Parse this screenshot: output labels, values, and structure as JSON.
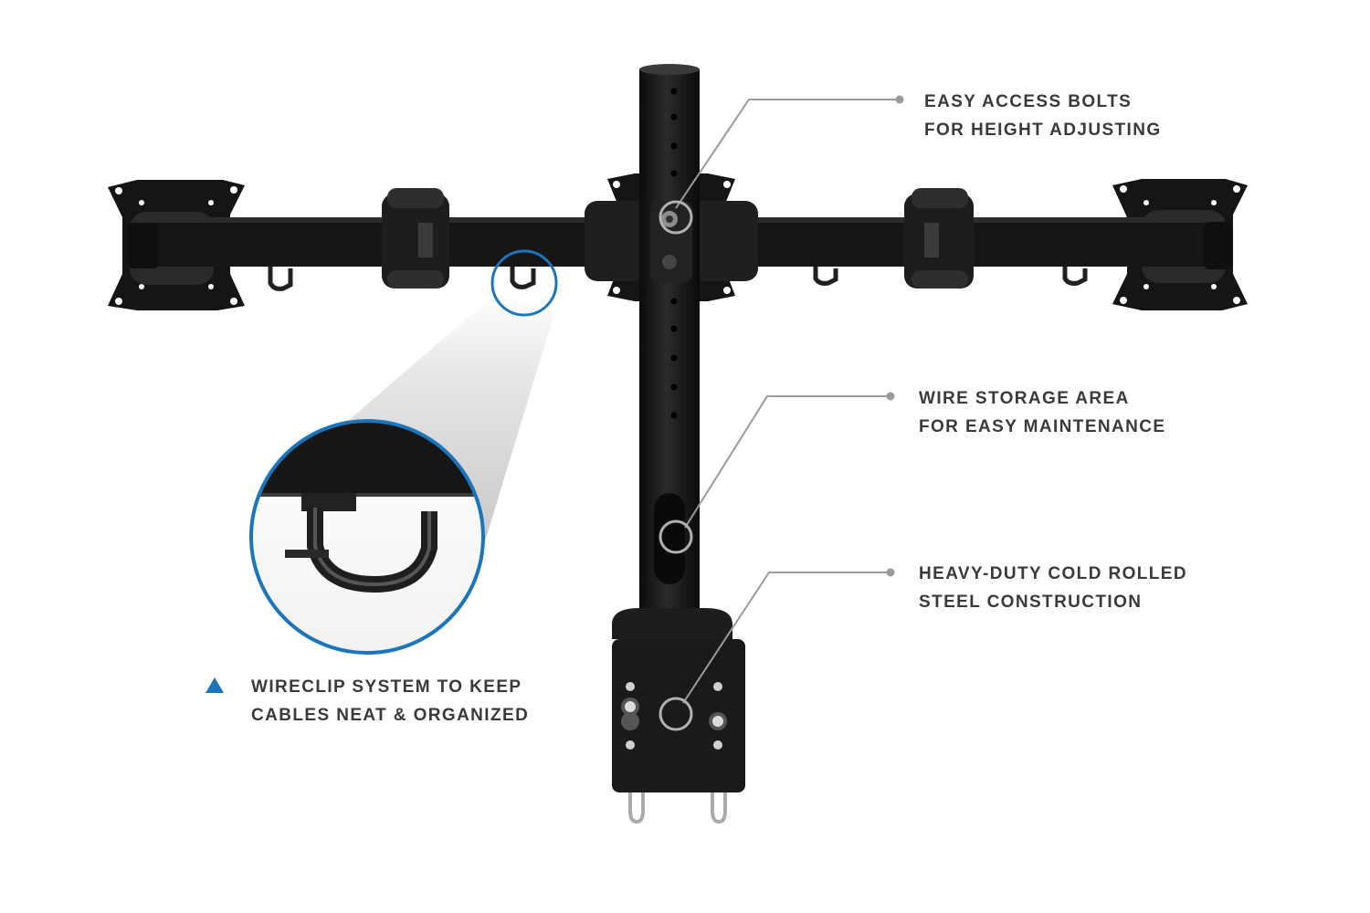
{
  "callouts": {
    "bolts": {
      "line1": "EASY ACCESS BOLTS",
      "line2": "FOR HEIGHT ADJUSTING"
    },
    "wire": {
      "line1": "WIRE STORAGE AREA",
      "line2": "FOR EASY MAINTENANCE"
    },
    "steel": {
      "line1": "HEAVY-DUTY COLD ROLLED",
      "line2": "STEEL CONSTRUCTION"
    },
    "clip": {
      "line1": "WIRECLIP SYSTEM TO KEEP",
      "line2": "CABLES NEAT & ORGANIZED"
    }
  },
  "colors": {
    "accent": "#1b75bc",
    "leader": "#9a9a9a",
    "metal": "#1a1a1a",
    "text": "#3a3a3a"
  },
  "icons": {
    "callout_marker": "triangle-icon",
    "leader_dot": "dot-icon"
  }
}
